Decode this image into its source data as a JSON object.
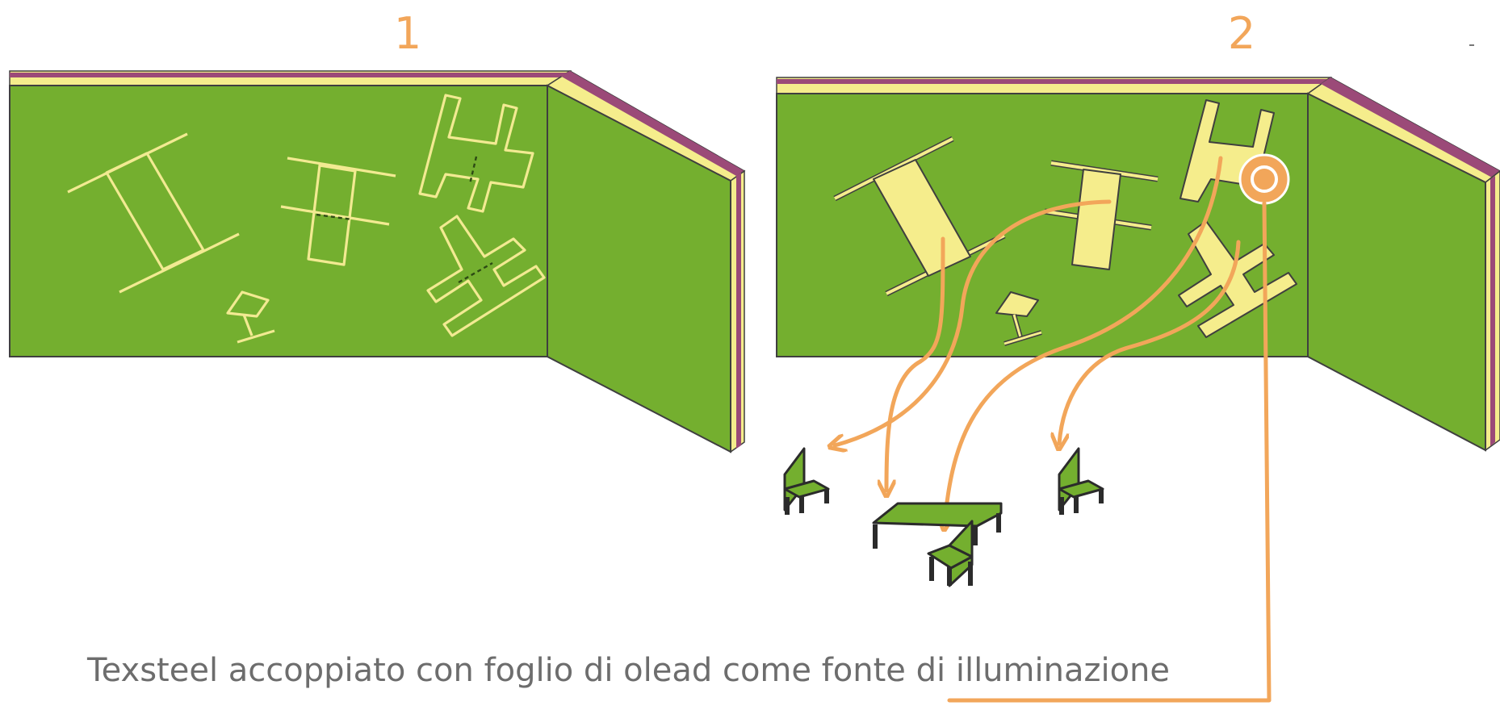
{
  "labels": {
    "step1": "1",
    "step2": "2"
  },
  "caption": "Texsteel accoppiato con foglio di olead come fonte di illuminazione",
  "colors": {
    "wall_green": "#74af2f",
    "layer_yellow": "#f5ed8c",
    "layer_purple": "#9b4a78",
    "accent_orange": "#f2a65a",
    "caption_grey": "#6d6d6d"
  },
  "icons": [
    "table-cutout",
    "chair-cutout",
    "lamp-cutout",
    "chair-figure",
    "table-figure",
    "light-source-ring"
  ]
}
